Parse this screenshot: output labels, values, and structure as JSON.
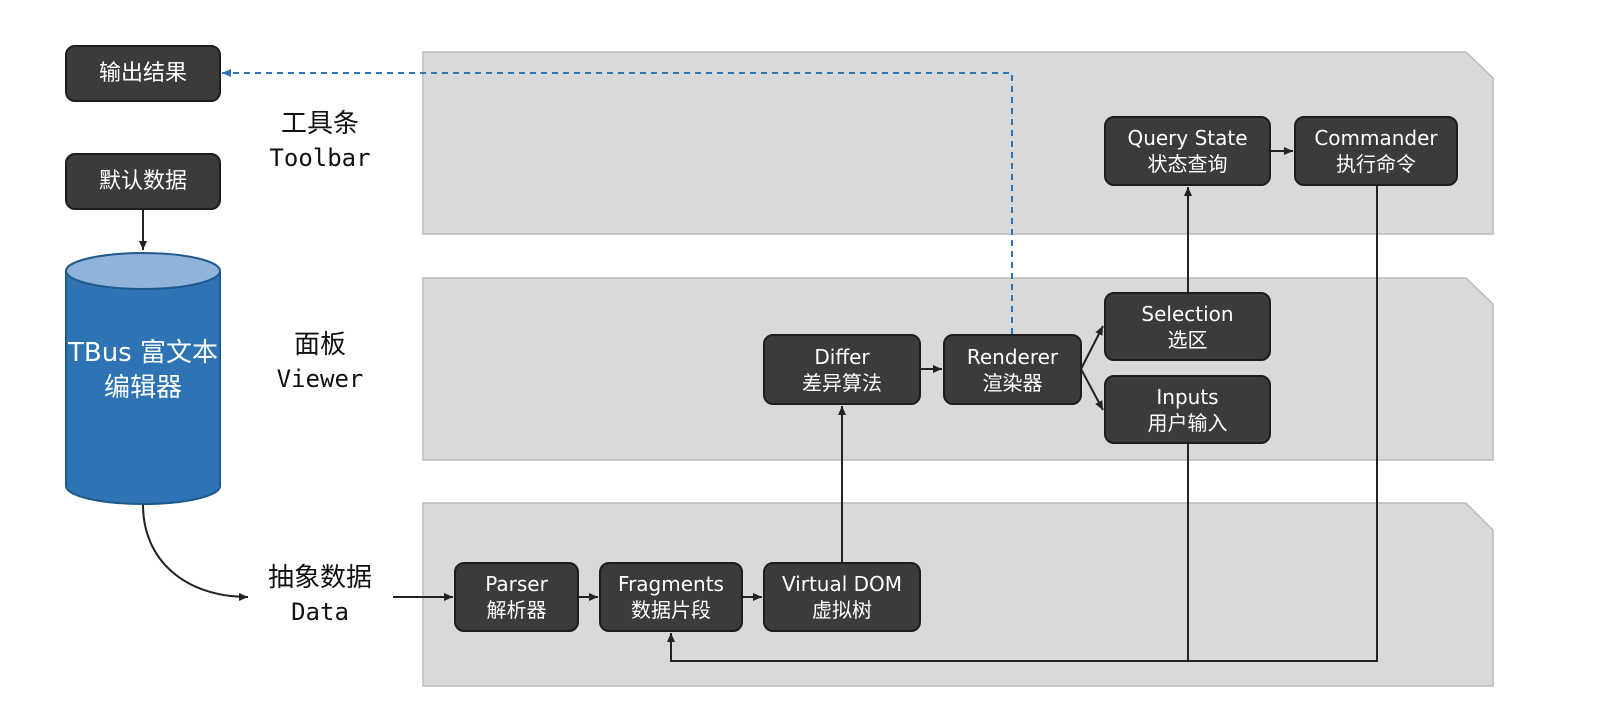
{
  "layers": {
    "toolbar": {
      "zh": "工具条",
      "en": "Toolbar"
    },
    "viewer": {
      "zh": "面板",
      "en": "Viewer"
    },
    "data": {
      "zh": "抽象数据",
      "en": "Data"
    }
  },
  "side": {
    "output": "输出结果",
    "default_data": "默认数据"
  },
  "database": {
    "label": "TBus 富文本编辑器"
  },
  "nodes": {
    "query_state": {
      "en": "Query State",
      "zh": "状态查询"
    },
    "commander": {
      "en": "Commander",
      "zh": "执行命令"
    },
    "differ": {
      "en": "Differ",
      "zh": "差异算法"
    },
    "renderer": {
      "en": "Renderer",
      "zh": "渲染器"
    },
    "selection": {
      "en": "Selection",
      "zh": "选区"
    },
    "inputs": {
      "en": "Inputs",
      "zh": "用户输入"
    },
    "parser": {
      "en": "Parser",
      "zh": "解析器"
    },
    "fragments": {
      "en": "Fragments",
      "zh": "数据片段"
    },
    "virtual_dom": {
      "en": "Virtual DOM",
      "zh": "虚拟树"
    }
  },
  "colors": {
    "panel": "#d9d9d9",
    "node": "#3b3b3b",
    "database": "#2e74b5",
    "database_top": "#8fb3d9",
    "dashed_link": "#2e74b5"
  }
}
